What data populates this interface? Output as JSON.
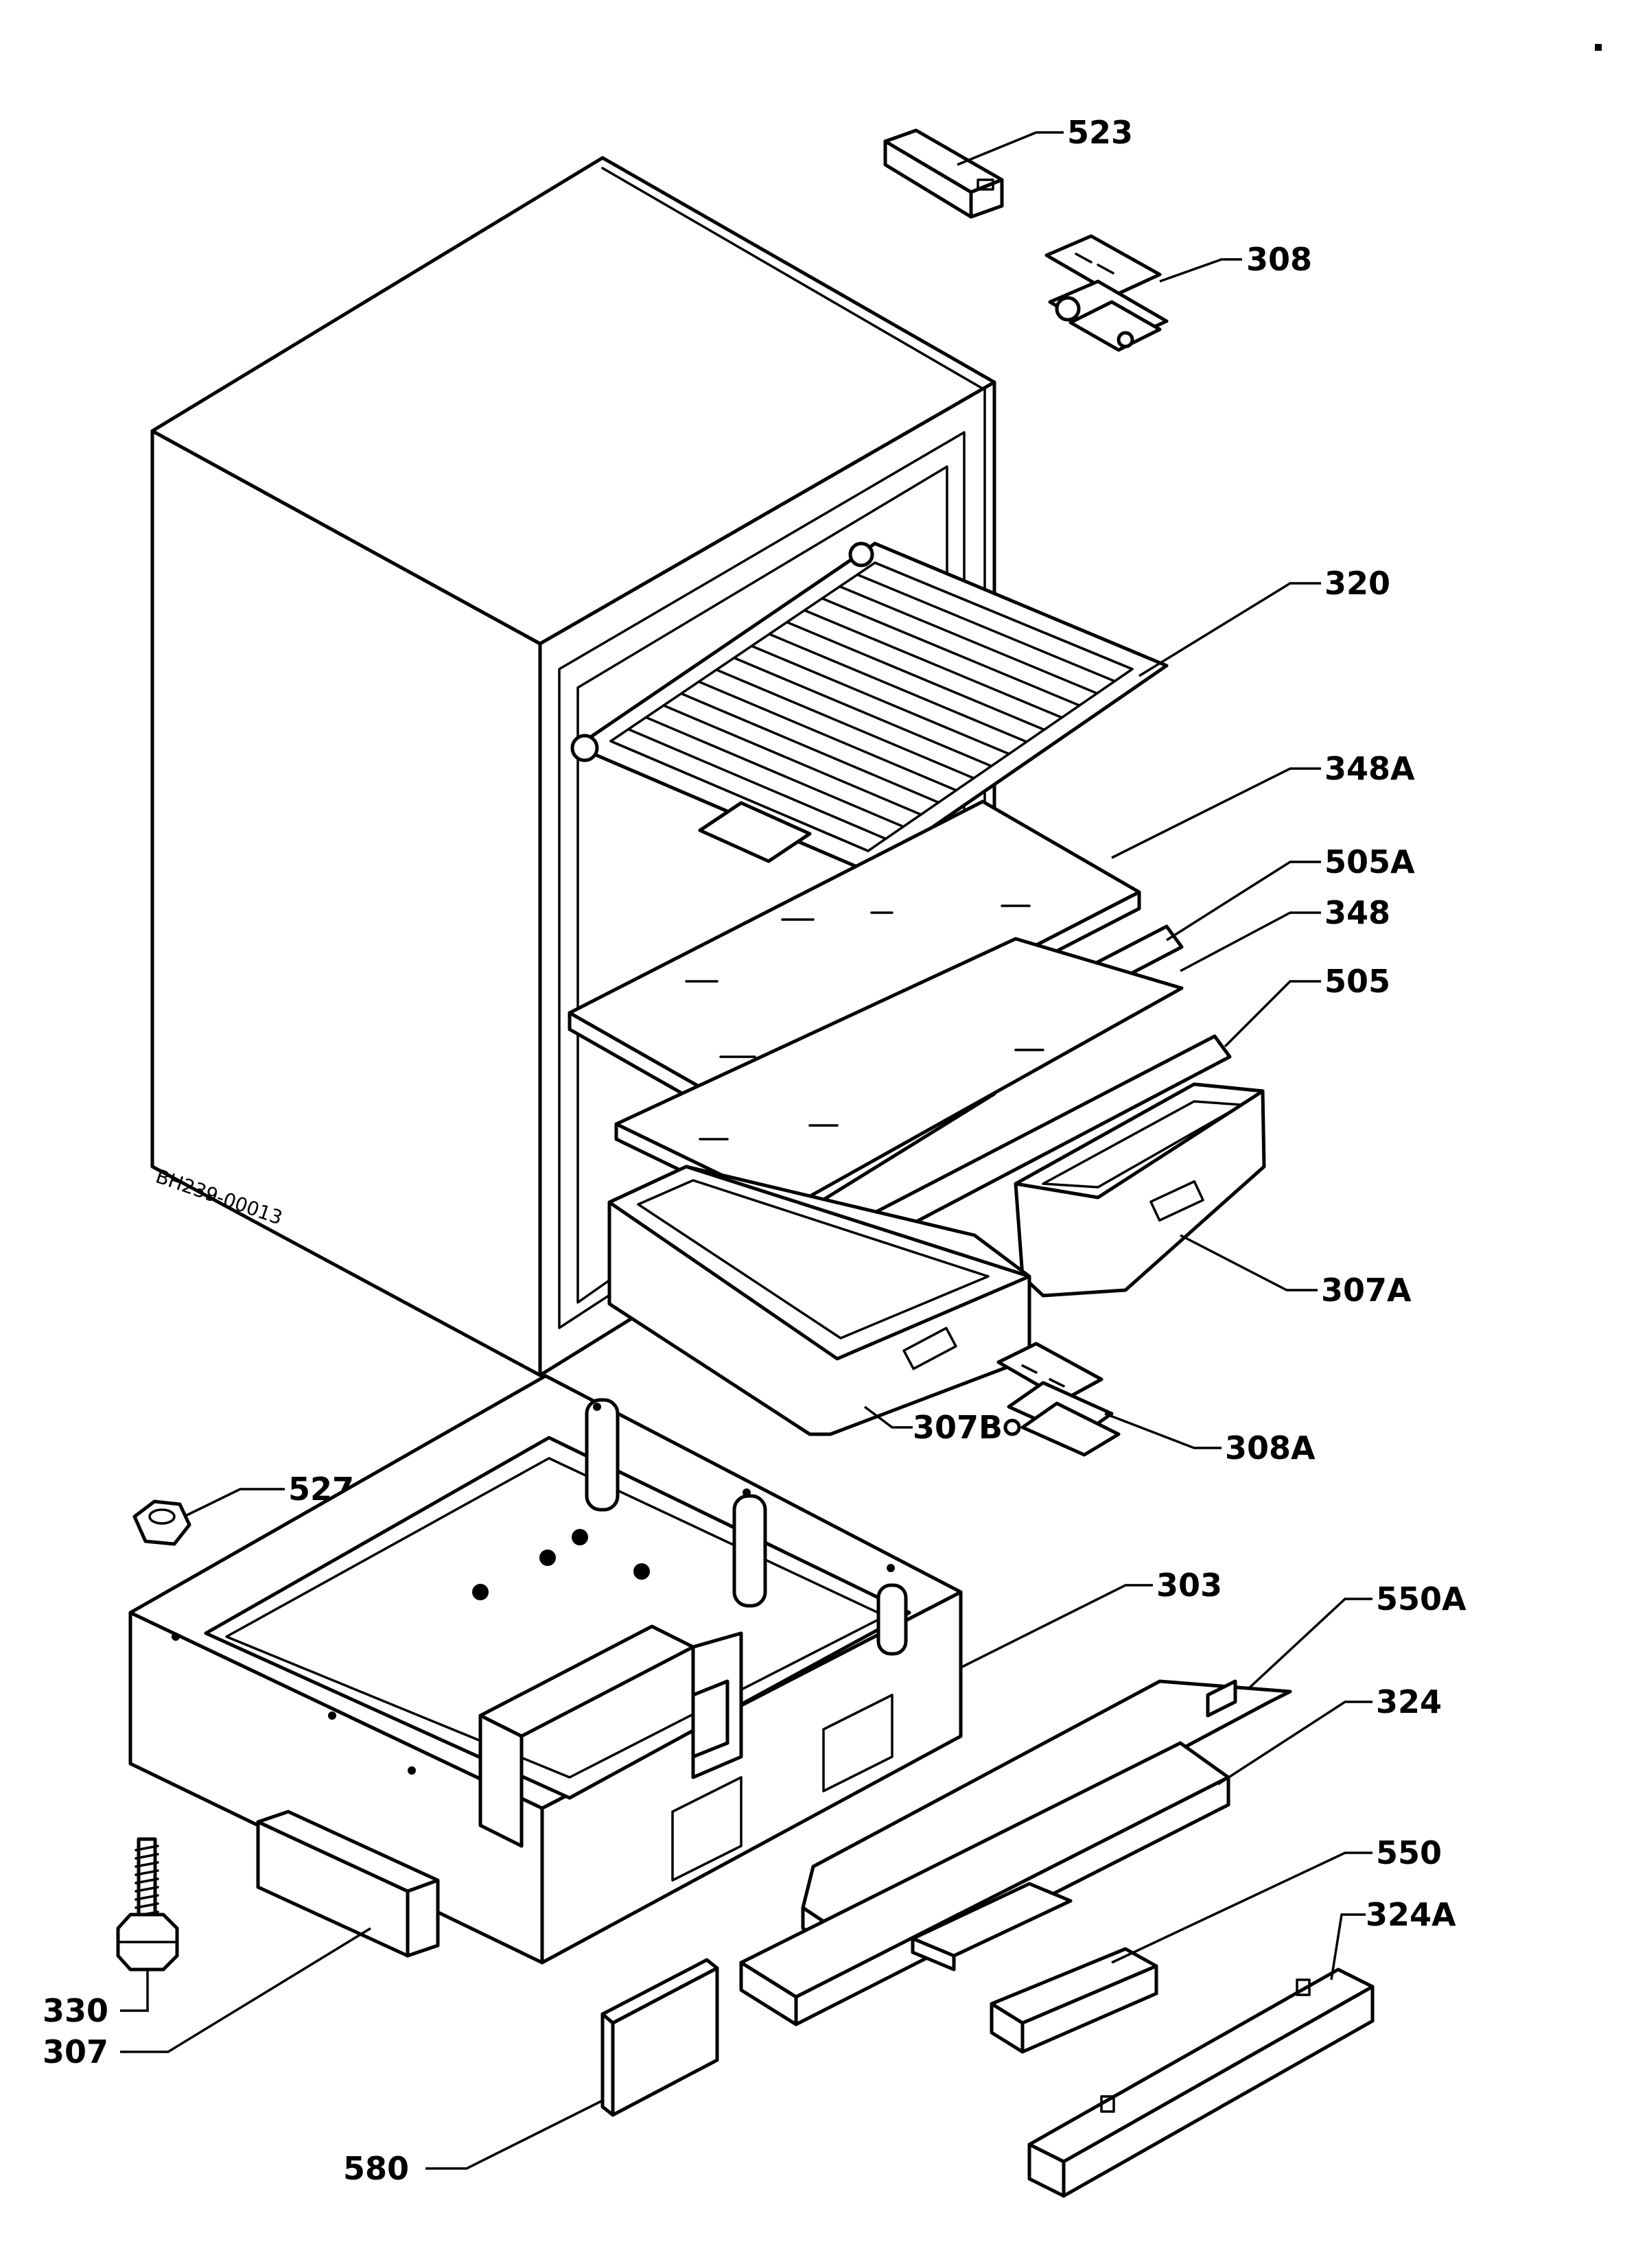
{
  "diagram": {
    "drawing_code": "BH239-00013",
    "callouts": [
      {
        "id": "c523",
        "label": "523"
      },
      {
        "id": "c308",
        "label": "308"
      },
      {
        "id": "c320",
        "label": "320"
      },
      {
        "id": "c348A",
        "label": "348A"
      },
      {
        "id": "c505A",
        "label": "505A"
      },
      {
        "id": "c348",
        "label": "348"
      },
      {
        "id": "c505",
        "label": "505"
      },
      {
        "id": "c307A",
        "label": "307A"
      },
      {
        "id": "c307B",
        "label": "307B"
      },
      {
        "id": "c308A",
        "label": "308A"
      },
      {
        "id": "c527",
        "label": "527"
      },
      {
        "id": "c303",
        "label": "303"
      },
      {
        "id": "c550A",
        "label": "550A"
      },
      {
        "id": "c324",
        "label": "324"
      },
      {
        "id": "c550",
        "label": "550"
      },
      {
        "id": "c324A",
        "label": "324A"
      },
      {
        "id": "c330",
        "label": "330"
      },
      {
        "id": "c307",
        "label": "307"
      },
      {
        "id": "c580",
        "label": "580"
      }
    ]
  }
}
